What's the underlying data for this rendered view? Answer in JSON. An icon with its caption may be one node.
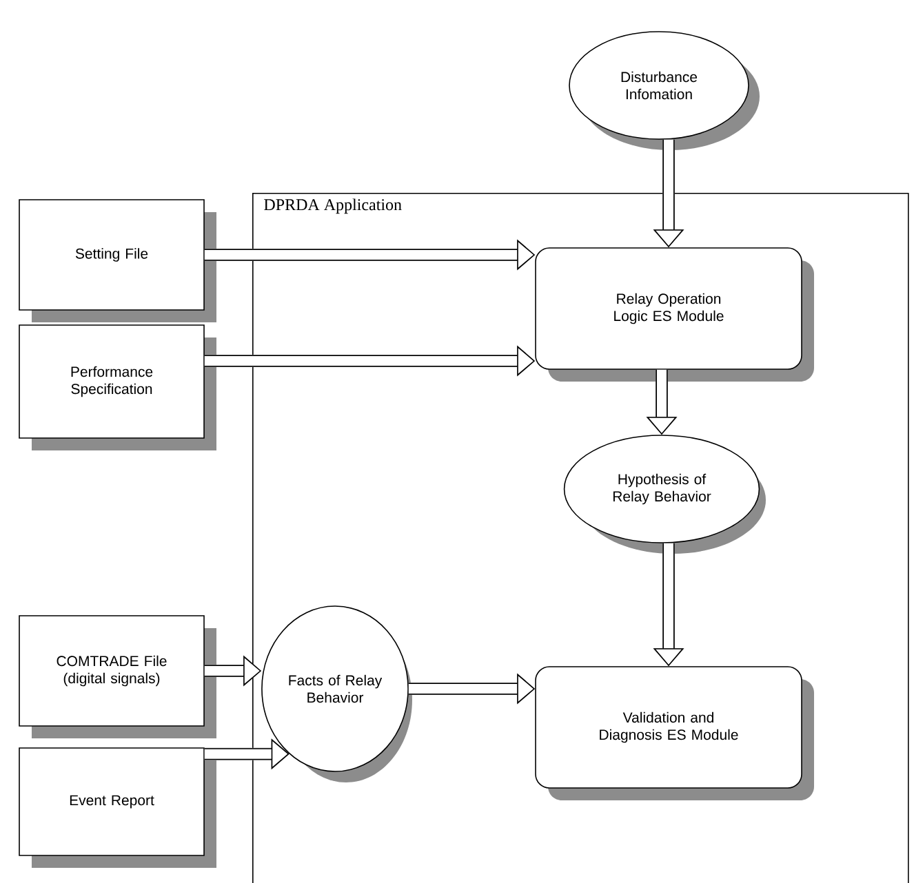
{
  "diagram": {
    "nodes": [
      {
        "text": [
          "Disturbance Infomation"
        ]
      },
      {
        "text": [
          "DPRDA Application"
        ]
      },
      {
        "text": [
          "Setting File"
        ]
      },
      {
        "text": [
          "Performance Specification"
        ]
      },
      {
        "text": [
          "Relay Operation Logic ES Module"
        ],
        "in": 1
      },
      {
        "text": [
          "Hypothesis of Relay Behavior"
        ],
        "in": 1
      },
      {
        "text": [
          "COMTRADE File (digital signals)"
        ]
      },
      {
        "text": [
          "Event Report"
        ]
      },
      {
        "text": [
          "Facts of Relay Behavior"
        ],
        "in": 1
      },
      {
        "text": [
          "Validation and Diagnosis ES Module"
        ],
        "in": 1
      }
    ],
    "edges": [
      {
        "from": 0,
        "to": 4,
        "arrow": "to"
      },
      {
        "from": 2,
        "to": 4,
        "arrow": "to"
      },
      {
        "from": 3,
        "to": 4,
        "arrow": "to"
      },
      {
        "from": 4,
        "to": 5,
        "arrow": "to"
      },
      {
        "from": 5,
        "to": 9,
        "arrow": "to"
      },
      {
        "from": 6,
        "to": 8,
        "arrow": "to"
      },
      {
        "from": 7,
        "to": 8,
        "arrow": "to"
      },
      {
        "from": 8,
        "to": 9,
        "arrow": "to"
      }
    ]
  }
}
